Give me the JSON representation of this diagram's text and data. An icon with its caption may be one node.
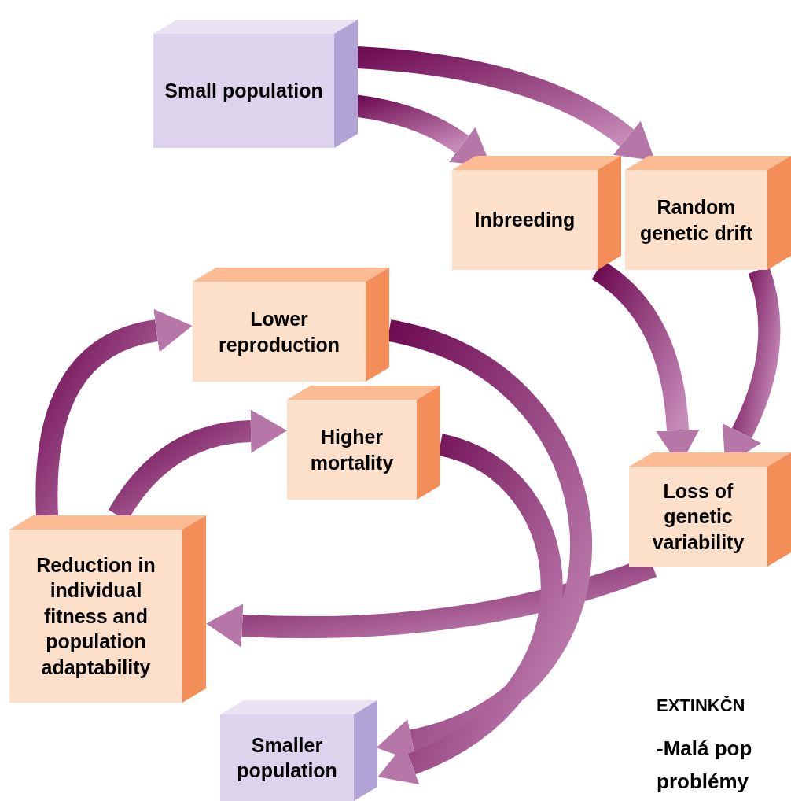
{
  "diagram": {
    "nodes": [
      {
        "text": [
          "Small population"
        ]
      },
      {
        "text": [
          "Inbreeding"
        ]
      },
      {
        "text": [
          "Random genetic drift"
        ]
      },
      {
        "text": [
          "Lower reproduction"
        ]
      },
      {
        "text": [
          "Higher mortality"
        ]
      },
      {
        "text": [
          "Loss of genetic variability"
        ]
      },
      {
        "text": [
          "Reduction in individual fitness and population adaptability"
        ]
      },
      {
        "text": [
          "Smaller population"
        ]
      }
    ],
    "edges": [
      {
        "from": 0,
        "to": 1,
        "arrow": "to"
      },
      {
        "from": 0,
        "to": 2,
        "arrow": "to"
      },
      {
        "from": 1,
        "to": 5,
        "arrow": "to"
      },
      {
        "from": 2,
        "to": 5,
        "arrow": "to"
      },
      {
        "from": 5,
        "to": 6,
        "arrow": "to"
      },
      {
        "from": 6,
        "to": 3,
        "arrow": "to"
      },
      {
        "from": 6,
        "to": 4,
        "arrow": "to"
      },
      {
        "from": 3,
        "to": 7,
        "arrow": "to"
      },
      {
        "from": 4,
        "to": 7,
        "arrow": "to"
      }
    ],
    "labels": [
      "EXTINKČN",
      "-Malá pop",
      "problémy"
    ]
  }
}
